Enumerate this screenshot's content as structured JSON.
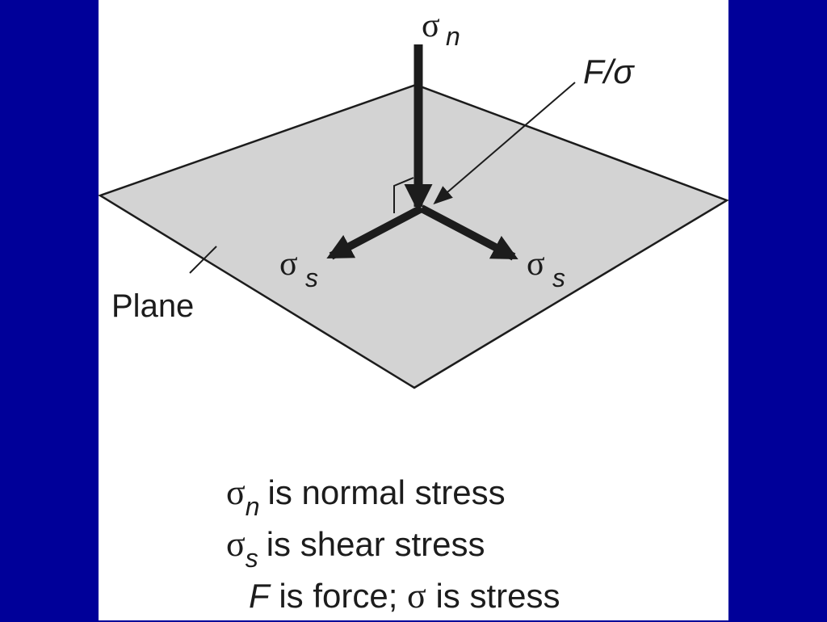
{
  "colors": {
    "background": "#000099",
    "panel": "#ffffff",
    "plane_fill": "#d3d3d3",
    "ink": "#1c1c1c"
  },
  "diagram": {
    "normal_symbol": "σ",
    "normal_subscript": "n",
    "force_label": "F/σ",
    "shear_symbol": "σ",
    "shear_subscript": "s",
    "plane_label": "Plane"
  },
  "legend": {
    "row1": {
      "symbol": "σ",
      "subscript": "n",
      "text": "is normal stress"
    },
    "row2": {
      "symbol": "σ",
      "subscript": "s",
      "text": "is shear stress"
    },
    "row3": {
      "force": "F",
      "text_a": "is force;",
      "symbol": "σ",
      "text_b": "is stress"
    }
  }
}
